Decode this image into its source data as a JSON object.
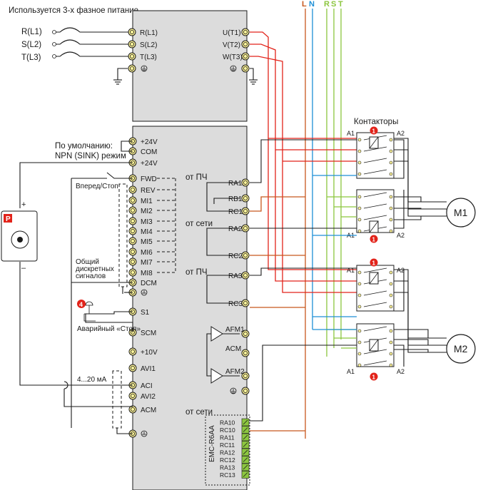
{
  "colors": {
    "red": "#e2231a",
    "orange": "#c8581e",
    "blue": "#1e8fd6",
    "green": "#8cc63f",
    "panel": "#dcdcdc",
    "terminal": "#fff59a",
    "badge": "#e2231a"
  },
  "header": {
    "title": "Используется 3-х фазное питание",
    "phases": [
      "L",
      "N",
      "R",
      "S",
      "T"
    ]
  },
  "inputs": {
    "left_labels": [
      "R(L1)",
      "S(L2)",
      "T(L3)"
    ],
    "terminal_labels": [
      "R(L1)",
      "S(L2)",
      "T(L3)"
    ]
  },
  "outputs": {
    "terminal_labels": [
      "U(T1)",
      "V(T2)",
      "W(T3)"
    ]
  },
  "control": {
    "default_note_line1": "По умолчанию:",
    "default_note_line2": "NPN (SINK) режим",
    "fwd_label": "Вперед/Стоп",
    "common_line1": "Общий",
    "common_line2": "дискретных",
    "common_line3": "сигналов",
    "estop_label": "Аварийный «Стоп»",
    "analog_label": "4...20 мА",
    "terminals": [
      "+24V",
      "COM",
      "+24V",
      "FWD",
      "REV",
      "MI1",
      "MI2",
      "MI3",
      "MI4",
      "MI5",
      "MI6",
      "MI7",
      "MI8",
      "DCM",
      "S1",
      "SCM",
      "+10V",
      "AVI1",
      "ACI",
      "AVI2",
      "ACM"
    ]
  },
  "relays": {
    "from_drive": "от ПЧ",
    "from_grid": "от сети",
    "relay_terminals": [
      "RA1",
      "RB1",
      "RC1",
      "RA2",
      "RC2",
      "RA3",
      "RC3"
    ],
    "afm_terminals": [
      "AFM1",
      "ACM",
      "AFM2"
    ]
  },
  "module": {
    "name": "EMC-R6AA",
    "terminals": [
      "RA10",
      "RC10",
      "RA11",
      "RC11",
      "RA12",
      "RC12",
      "RA13",
      "RC13"
    ]
  },
  "contactors": {
    "title": "Контакторы",
    "a1": "A1",
    "a2": "A2",
    "badge": "1"
  },
  "motors": [
    "M1",
    "M2"
  ],
  "estop_badge": "4",
  "device_icon_letter": "P",
  "plus": "+",
  "minus": "–"
}
